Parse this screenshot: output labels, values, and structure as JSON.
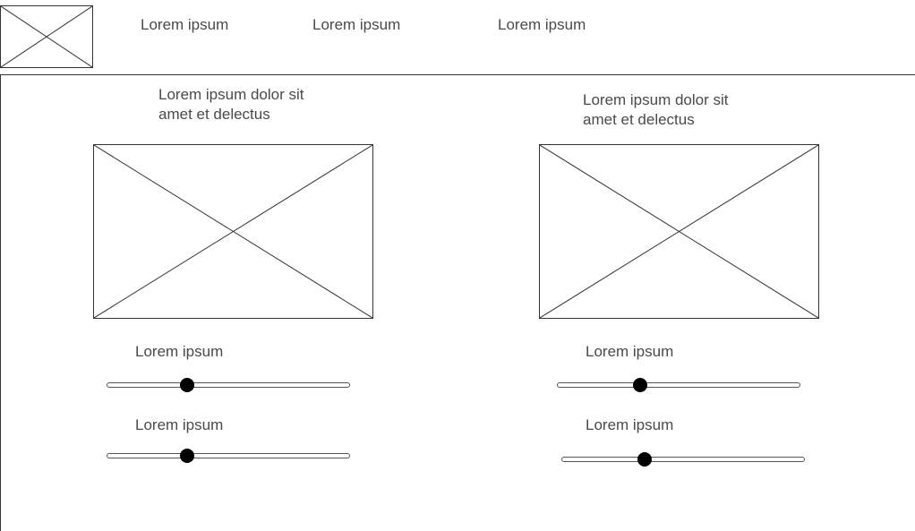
{
  "header": {
    "logo": "image-placeholder-icon",
    "nav": [
      {
        "label": "Lorem ipsum"
      },
      {
        "label": "Lorem ipsum"
      },
      {
        "label": "Lorem ipsum"
      }
    ]
  },
  "cards": [
    {
      "title_line1": "Lorem ipsum dolor sit",
      "title_line2": "amet et delectus",
      "image": "image-placeholder-icon",
      "sliders": [
        {
          "label": "Lorem ipsum",
          "value": 0.33
        },
        {
          "label": "Lorem ipsum",
          "value": 0.33
        }
      ]
    },
    {
      "title_line1": "Lorem ipsum dolor sit",
      "title_line2": "amet et delectus",
      "image": "image-placeholder-icon",
      "sliders": [
        {
          "label": "Lorem ipsum",
          "value": 0.34
        },
        {
          "label": "Lorem ipsum",
          "value": 0.34
        }
      ]
    }
  ],
  "colors": {
    "stroke": "#333333",
    "text": "#4a4a4a",
    "thumb": "#000000"
  }
}
